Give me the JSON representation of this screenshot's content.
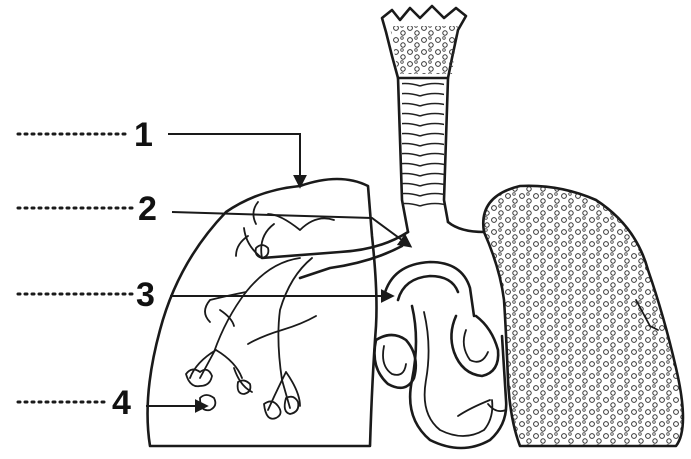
{
  "labels": [
    {
      "id": "1",
      "text": "1"
    },
    {
      "id": "2",
      "text": "2"
    },
    {
      "id": "3",
      "text": "3"
    },
    {
      "id": "4",
      "text": "4"
    }
  ],
  "colors": {
    "ink": "#1a1a1a",
    "background": "#ffffff"
  }
}
